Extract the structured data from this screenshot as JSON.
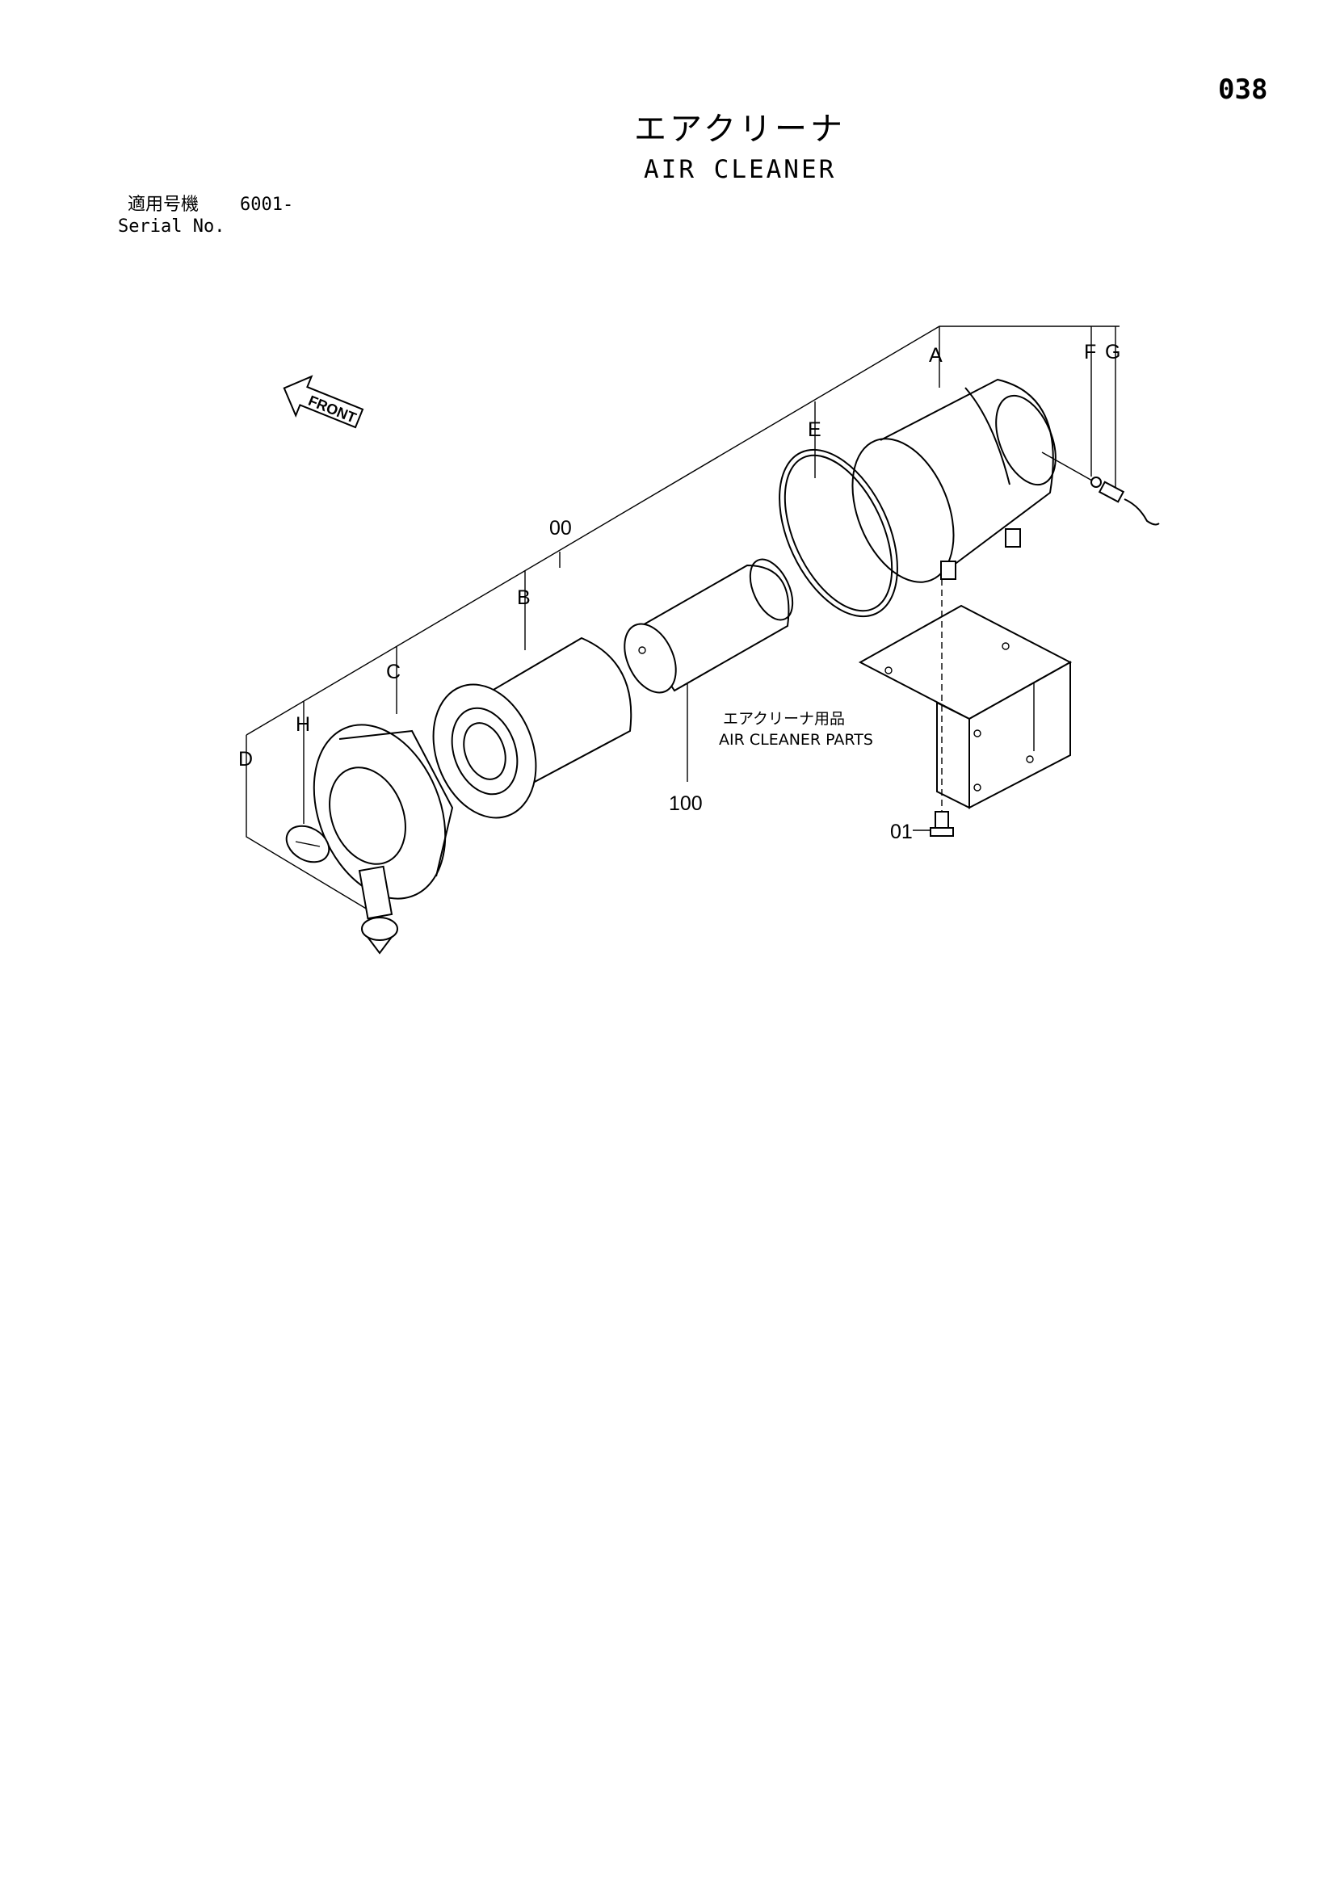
{
  "page_number": "038",
  "title_jp": "エアクリーナ",
  "title_en": "AIR CLEANER",
  "serial": {
    "label_jp": "適用号機",
    "value": "6001-",
    "label_en": "Serial No."
  },
  "front_arrow": {
    "label": "FRONT",
    "icon": "front-direction-arrow-icon"
  },
  "callouts": {
    "assembly": "00",
    "a": "A",
    "b": "B",
    "c": "C",
    "d": "D",
    "e": "E",
    "f": "F",
    "g": "G",
    "h": "H",
    "parts_kit": "100",
    "bolt": "01"
  },
  "parts_note": {
    "jp": "エアクリーナ用品",
    "en": "AIR CLEANER PARTS"
  }
}
